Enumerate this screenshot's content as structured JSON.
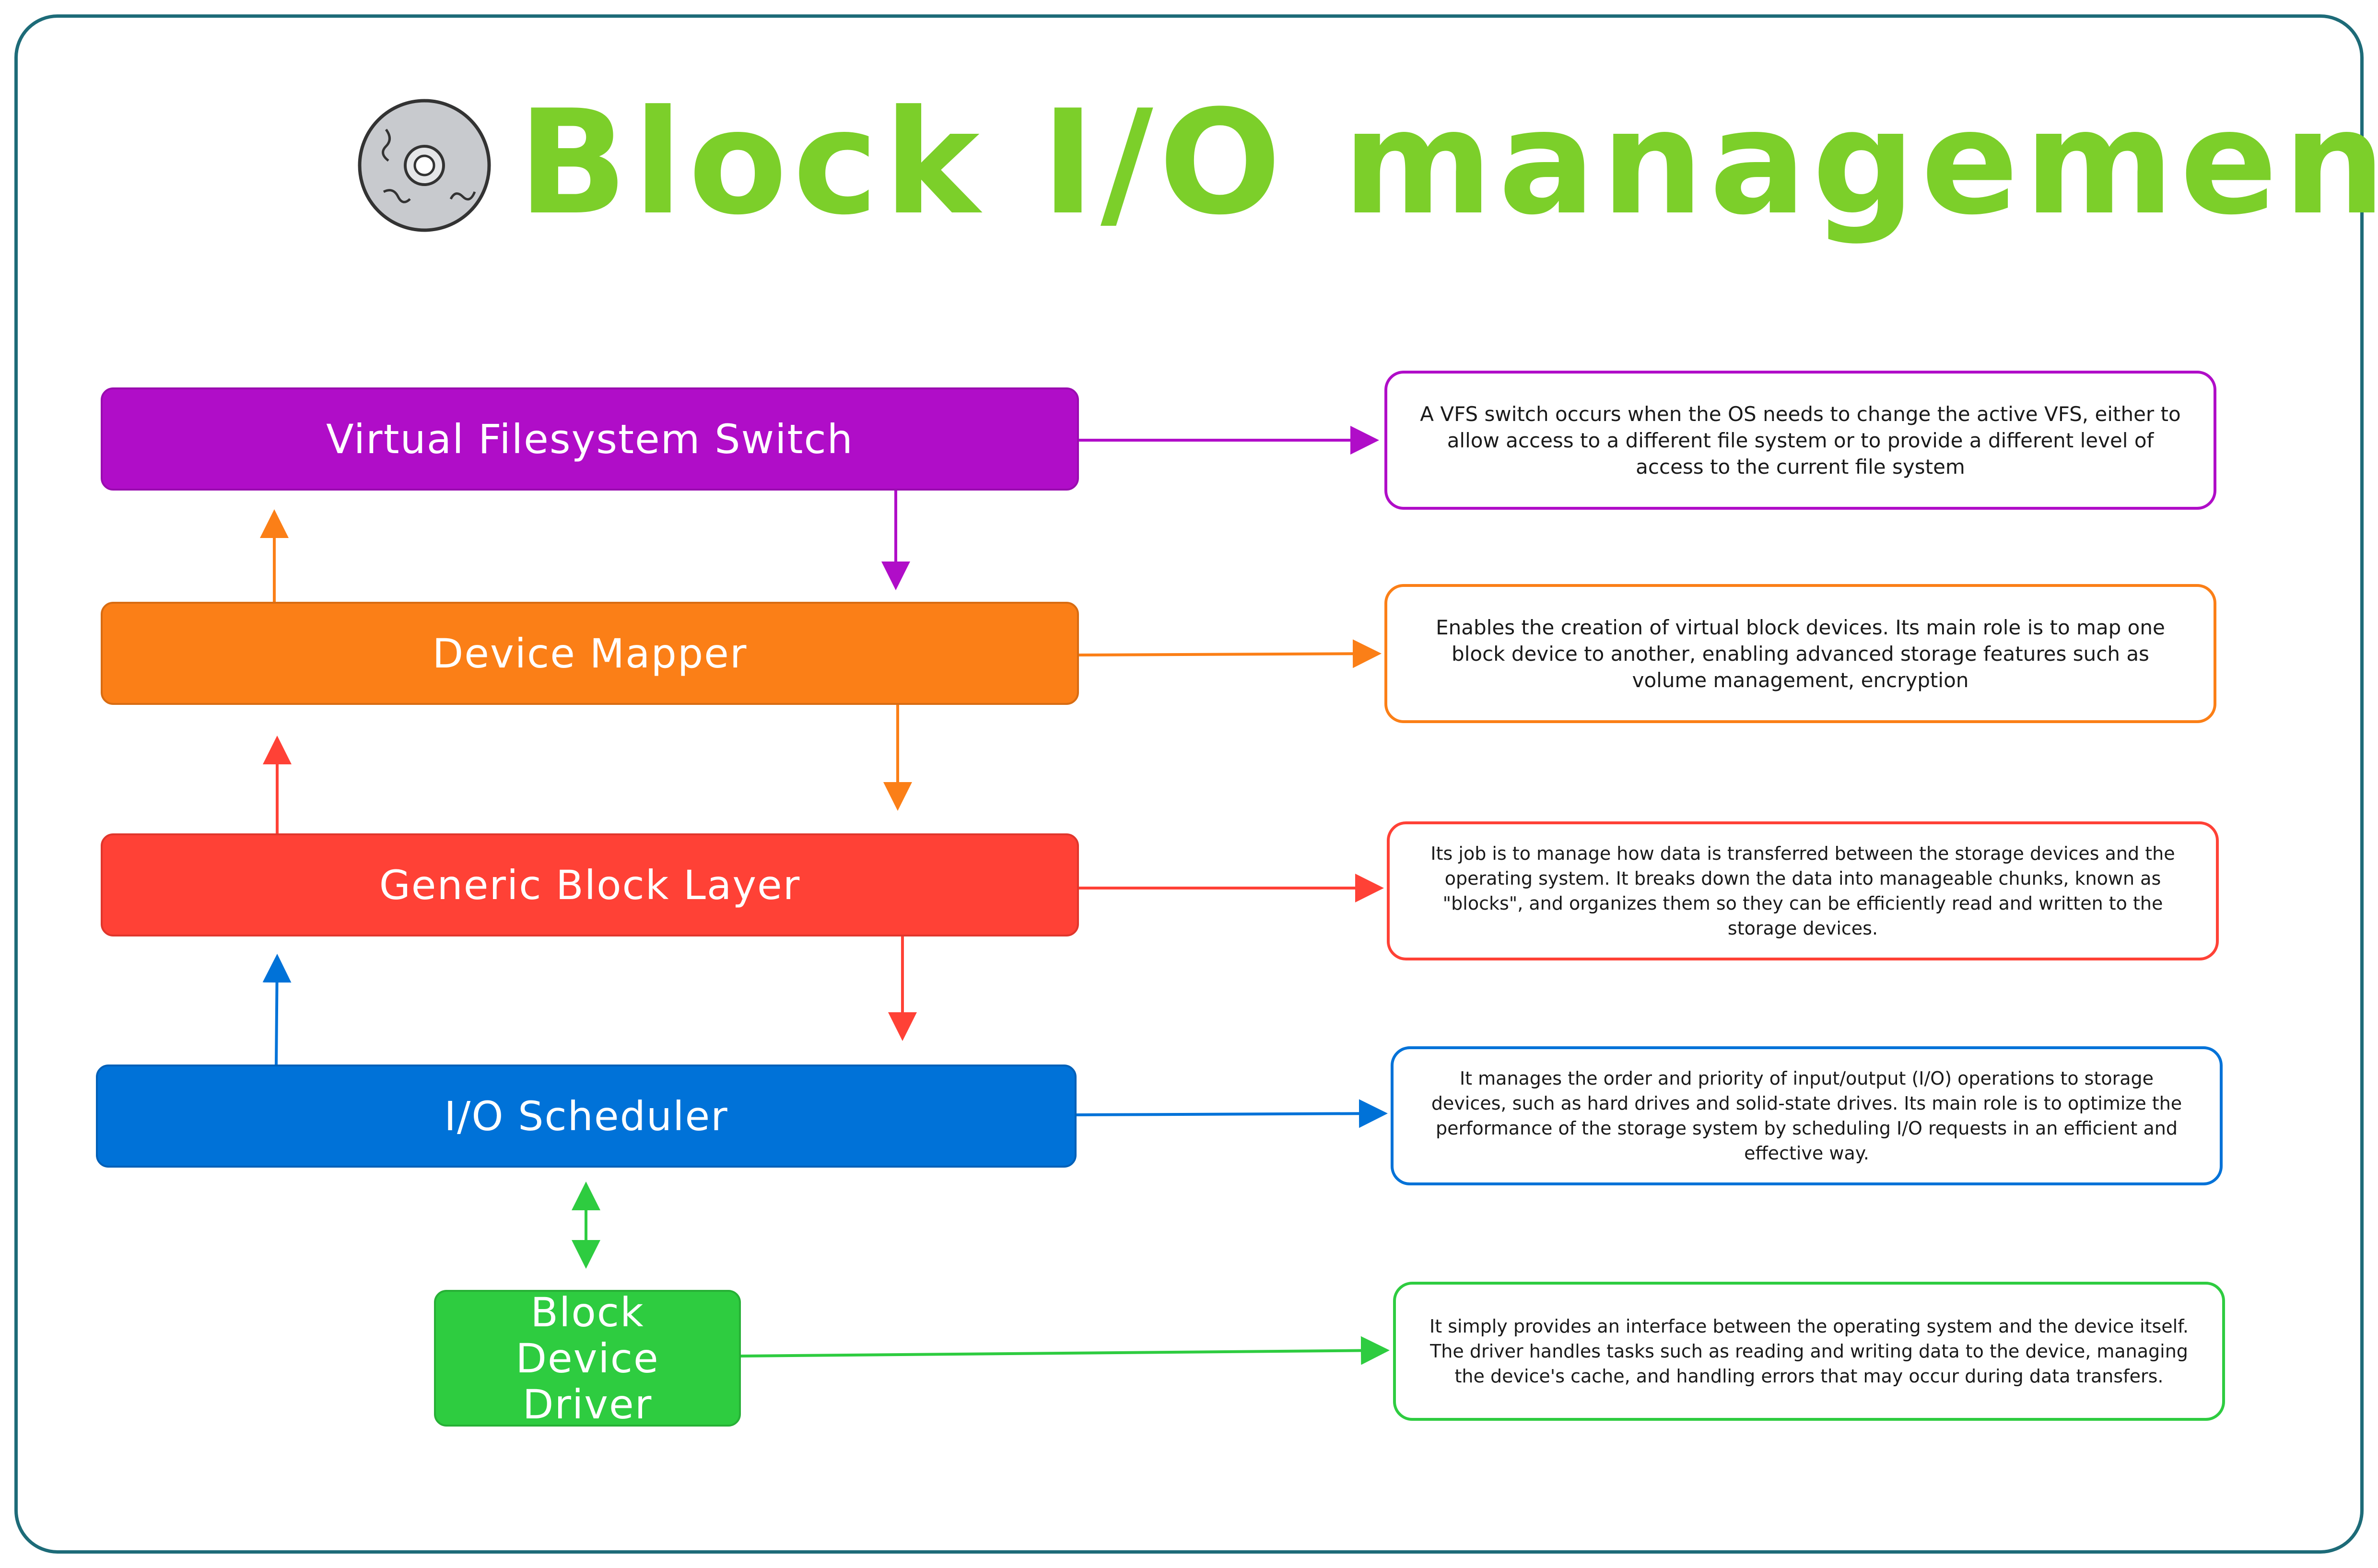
{
  "title": "Block I/O management",
  "icons": {
    "title_icon": "disk-icon"
  },
  "colors": {
    "frame": "#1d6b78",
    "title": "#7ccf2a",
    "vfs": "#b00dc8",
    "device_mapper": "#fb7f17",
    "generic_block": "#ff4136",
    "io_scheduler": "#0072d8",
    "block_driver": "#2ecc40"
  },
  "layers": [
    {
      "id": "vfs",
      "label": "Virtual Filesystem Switch",
      "color": "#b00dc8"
    },
    {
      "id": "device_mapper",
      "label": "Device Mapper",
      "color": "#fb7f17"
    },
    {
      "id": "generic_block",
      "label": "Generic Block Layer",
      "color": "#ff4136"
    },
    {
      "id": "io_scheduler",
      "label": "I/O Scheduler",
      "color": "#0072d8"
    },
    {
      "id": "block_driver",
      "label": "Block Device Driver",
      "color": "#2ecc40"
    }
  ],
  "descriptions": [
    {
      "id": "vfs",
      "text": "A VFS switch occurs when the OS needs to change the active VFS, either to allow access to a different file system or to provide a different level of access to the current file system"
    },
    {
      "id": "device_mapper",
      "text": "Enables the creation of virtual block devices. Its main role is to map one block device to another, enabling advanced storage features such as volume management, encryption"
    },
    {
      "id": "generic_block",
      "text": "Its job is to manage how data is transferred between the storage devices and the operating system. It breaks down the data into manageable chunks, known as \"blocks\", and organizes them so they can be efficiently read and written to the storage devices."
    },
    {
      "id": "io_scheduler",
      "text": "It manages the order and priority of input/output (I/O) operations to storage devices, such as hard drives and solid-state drives. Its main role is to optimize the performance of the storage system by scheduling I/O requests in an efficient and effective way."
    },
    {
      "id": "block_driver",
      "text": "It simply provides an interface between the operating system and the device itself. The driver handles tasks such as reading and writing data to the device, managing the device's cache, and handling errors that may occur during data transfers."
    }
  ]
}
